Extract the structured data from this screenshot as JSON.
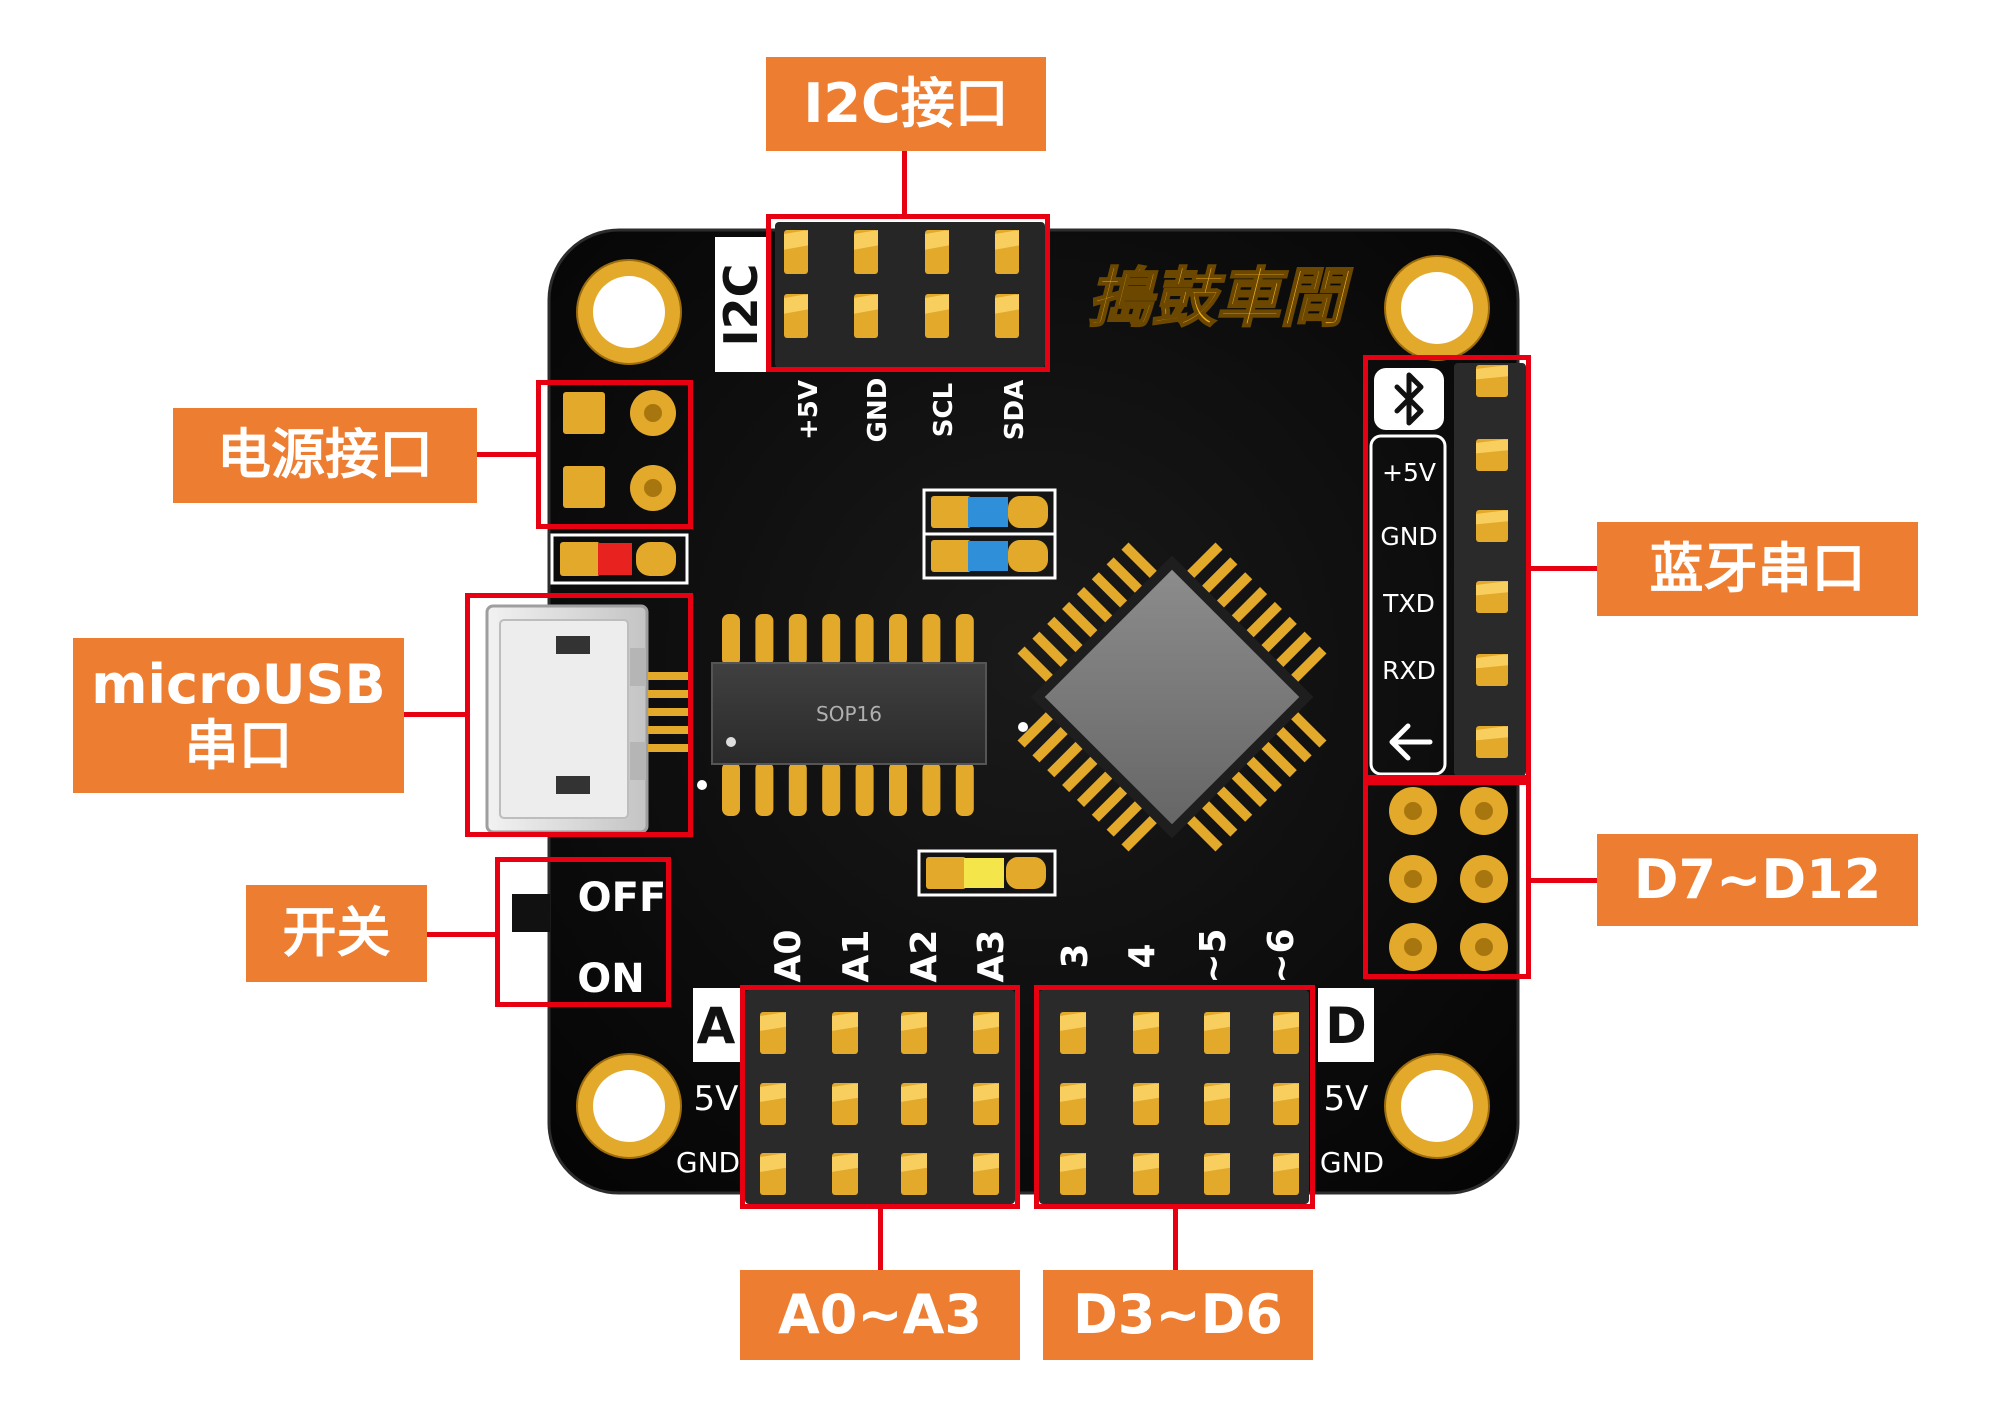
{
  "colors": {
    "callout_bg": "#ED7D31",
    "callout_text": "#FFFFFF",
    "highlight": "#E60012",
    "board": "#0E0E0E",
    "pad_gold": "#E3A92B",
    "pad_gold_light": "#F8CF5E",
    "header_body": "#2A2A2A",
    "silk": "#FFFFFF",
    "logo": "#F2B01E",
    "led_red": "#E8231F",
    "led_blue": "#2F8FD8",
    "led_yellow": "#F4E64A"
  },
  "callouts": {
    "i2c": "I2C接口",
    "power": "电源接口",
    "usb_line1": "microUSB",
    "usb_line2": "串口",
    "switch": "开关",
    "bluetooth": "蓝牙串口",
    "d7_d12": "D7~D12",
    "a0_a3": "A0~A3",
    "d3_d6": "D3~D6"
  },
  "board": {
    "logo": "搗鼓車間",
    "i2c_tag": "I2C",
    "i2c_pins": [
      "+5V",
      "GND",
      "SCL",
      "SDA"
    ],
    "bt_pins": [
      "+5V",
      "GND",
      "TXD",
      "RXD"
    ],
    "switch_off": "OFF",
    "switch_on": "ON",
    "chip_sop": "SOP16",
    "analog_tag": "A",
    "analog_pins": [
      "A0",
      "A1",
      "A2",
      "A3"
    ],
    "digital_tag": "D",
    "digital_pins": [
      "3",
      "4",
      "~5",
      "~6"
    ],
    "left_rows": [
      "5V",
      "GND"
    ],
    "right_rows": [
      "5V",
      "GND"
    ]
  },
  "icons": {
    "bluetooth": "bluetooth-icon",
    "arrow": "arrow-left-icon"
  }
}
